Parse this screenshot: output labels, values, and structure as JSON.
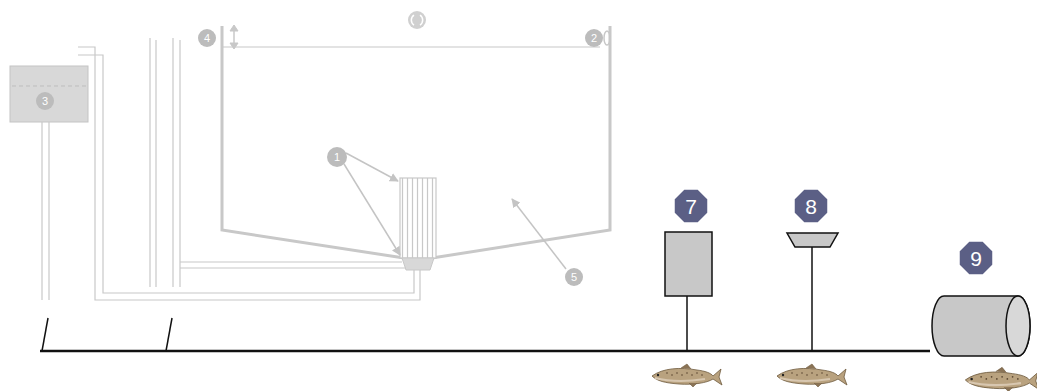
{
  "diagram": {
    "labels": [
      "4",
      "2",
      "1",
      "3",
      "5",
      "7",
      "8",
      "9"
    ]
  }
}
